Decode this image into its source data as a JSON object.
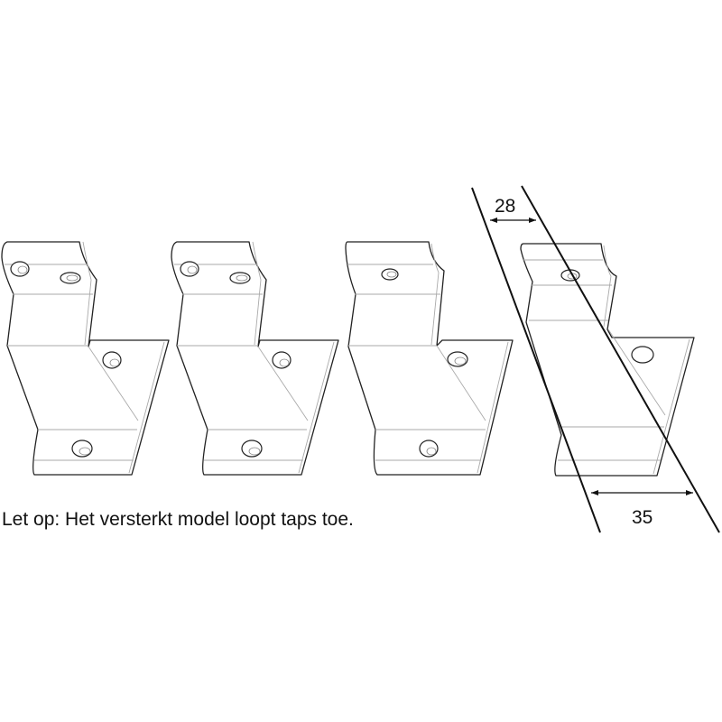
{
  "caption": "Let op: Het versterkt model loopt taps toe.",
  "dimensions": {
    "top_width": "28",
    "bottom_width": "35"
  },
  "colors": {
    "line": "#222222",
    "fold": "#aaaaaa"
  }
}
